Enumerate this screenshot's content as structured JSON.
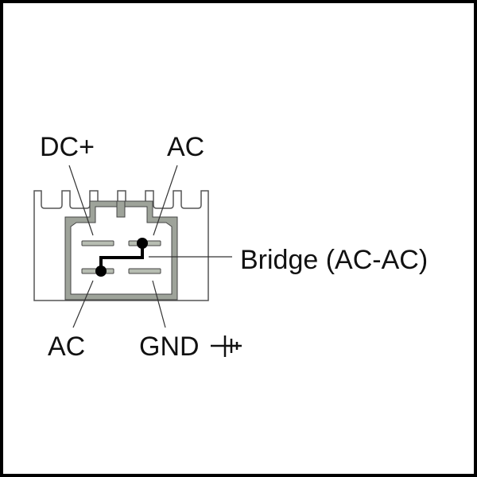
{
  "labels": {
    "dc_plus": "DC+",
    "ac_top": "AC",
    "bridge": "Bridge (AC-AC)",
    "ac_bottom": "AC",
    "gnd": "GND"
  },
  "icons": {
    "ground": "ground-symbol-icon"
  },
  "colors": {
    "housing": "#9ea39a",
    "pin": "#b7bdb2",
    "line": "#333333",
    "jumper": "#000000"
  }
}
